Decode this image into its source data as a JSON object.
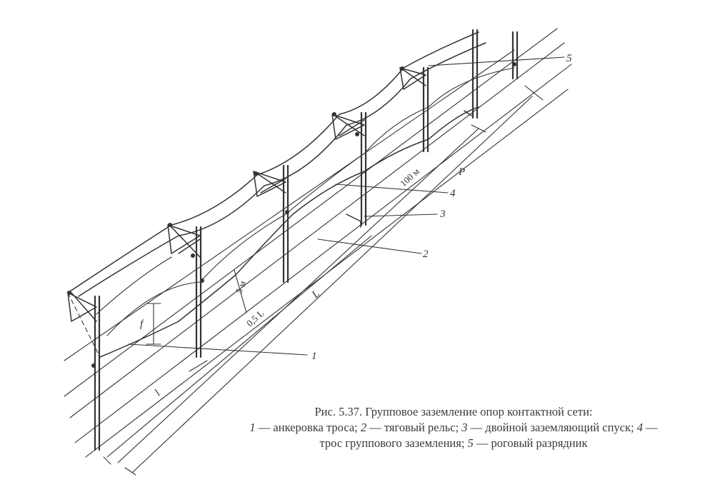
{
  "figure": {
    "labels": [
      "1",
      "2",
      "3",
      "4",
      "5"
    ],
    "dimensions": {
      "d100": "100 м",
      "P": "P",
      "L": "L",
      "half_L": "0,5 L",
      "h5": "5 м",
      "l": "l",
      "f": "f"
    }
  },
  "caption": {
    "title": "Рис. 5.37. Групповое заземление опор контактной сети:",
    "items": [
      {
        "num": "1",
        "text": " — анкеровка троса; "
      },
      {
        "num": "2",
        "text": " — тяговый рельс; "
      },
      {
        "num": "3",
        "text": " — двойной заземляющий спуск; "
      },
      {
        "num": "4",
        "text": " — трос группового заземления; "
      },
      {
        "num": "5",
        "text": " — роговый разрядник"
      }
    ]
  }
}
